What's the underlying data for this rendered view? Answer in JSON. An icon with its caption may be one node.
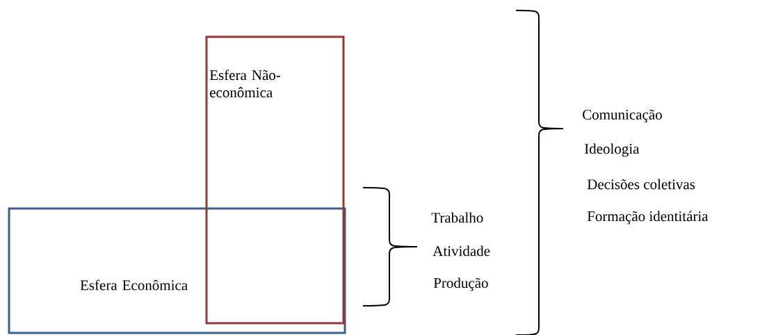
{
  "diagram": {
    "nodes": [
      {
        "text": [
          "Esfera Não-econômica"
        ]
      },
      {
        "text": [
          "Esfera Econômica"
        ]
      }
    ],
    "edges": [],
    "labels": [
      "Trabalho",
      "Atividade",
      "Produção",
      "Comunicação",
      "Ideologia",
      "Decisões coletivas",
      "Formação identitária"
    ]
  }
}
